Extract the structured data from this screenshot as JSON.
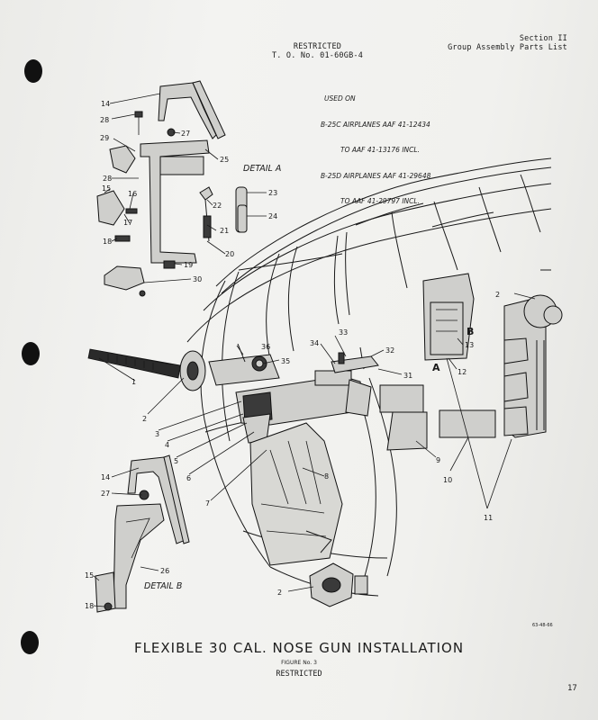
{
  "header": {
    "restricted": "RESTRICTED",
    "to_number": "T. O. No. 01-60GB-4",
    "section": "Section II",
    "group": "Group Assembly Parts List"
  },
  "used_on": {
    "lines": [
      "USED ON",
      "B-25C AIRPLANES AAF 41-12434",
      "TO AAF 41-13176 INCL.",
      "B-25D AIRPLANES AAF 41-29648",
      "TO AAF 41-29797 INCL."
    ]
  },
  "details": {
    "a": "DETAIL A",
    "b": "DETAIL B"
  },
  "view_letters": {
    "a": "A",
    "b": "B"
  },
  "callouts": {
    "c1": "1",
    "c2a": "2",
    "c2b": "2",
    "c2c": "2",
    "c3": "3",
    "c4": "4",
    "c5": "5",
    "c6": "6",
    "c7": "7",
    "c8": "8",
    "c9": "9",
    "c10": "10",
    "c11": "11",
    "c12": "12",
    "c13": "13",
    "c14a": "14",
    "c14b": "14",
    "c15a": "15",
    "c15b": "15",
    "c16": "16",
    "c17": "17",
    "c18a": "18",
    "c18b": "18",
    "c19": "19",
    "c20": "20",
    "c21": "21",
    "c22": "22",
    "c23": "23",
    "c24": "24",
    "c25": "25",
    "c26": "26",
    "c27a": "27",
    "c27b": "27",
    "c28a": "28",
    "c28b": "28",
    "c29": "29",
    "c30": "30",
    "c31": "31",
    "c32": "32",
    "c33": "33",
    "c34": "34",
    "c35": "35",
    "c36": "36"
  },
  "caption": {
    "title": "FLEXIBLE 30 CAL. NOSE GUN INSTALLATION",
    "figure": "FIGURE No. 3",
    "restricted": "RESTRICTED"
  },
  "drawing_code": "63-48-66",
  "page_number": "17",
  "colors": {
    "paper": "#f1f1ee",
    "ink": "#1a1a1a",
    "hole": "#111111"
  }
}
